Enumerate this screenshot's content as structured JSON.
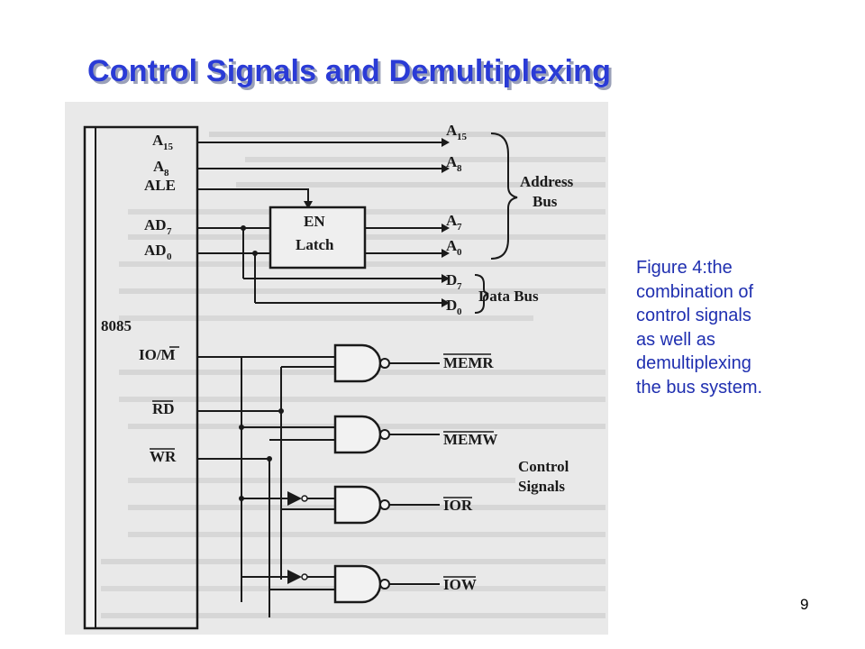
{
  "slide": {
    "title": "Control Signals and Demultiplexing",
    "page_number": "9",
    "caption_lines": [
      "Figure 4:the",
      "combination of",
      "control signals",
      "as well as",
      "demultiplexing",
      "the bus system."
    ]
  },
  "diagram": {
    "chip_label": "8085",
    "pin_labels": {
      "a15": "A",
      "a8": "A",
      "ale": "ALE",
      "ad7": "AD",
      "ad0": "AD",
      "io_m": "IO/M",
      "rd": "RD",
      "wr": "WR"
    },
    "pin_subscripts": {
      "a15": "15",
      "a8": "8",
      "ad7": "7",
      "ad0": "0"
    },
    "latch_labels": {
      "en": "EN",
      "latch": "Latch"
    },
    "output_labels": {
      "a15": "A",
      "a8": "A",
      "a7": "A",
      "a0": "A",
      "d7": "D",
      "d0": "D"
    },
    "output_subscripts": {
      "a15": "15",
      "a8": "8",
      "a7": "7",
      "a0": "0",
      "d7": "7",
      "d0": "0"
    },
    "bus_labels": {
      "address_line1": "Address",
      "address_line2": "Bus",
      "data": "Data Bus",
      "control_line1": "Control",
      "control_line2": "Signals"
    },
    "signals": {
      "memr": "MEMR",
      "memw": "MEMW",
      "ior": "IOR",
      "iow": "IOW"
    }
  }
}
